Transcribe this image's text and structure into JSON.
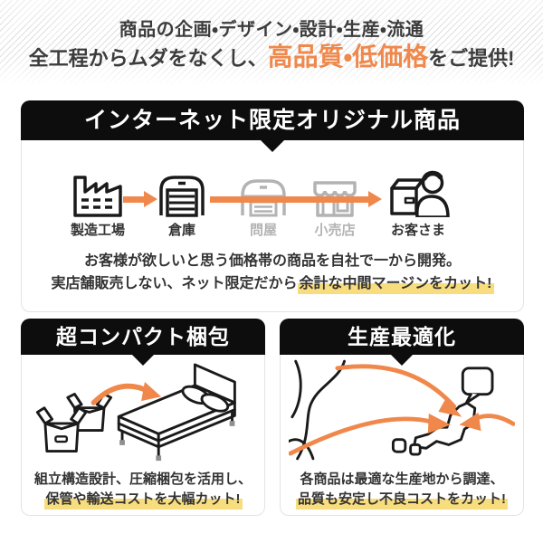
{
  "colors": {
    "accent_orange": "#F0884B",
    "highlight_yellow": "#F8DD7E",
    "header_black": "#0D0D0D",
    "text_dark": "#333333",
    "inactive_gray": "#B3B3B3",
    "stripe_gray": "#D9D9D9",
    "panel_border": "#E3E3E3"
  },
  "hero": {
    "line1": "商品の企画・デザイン・設計・生産・流通",
    "line2_prefix": "全工程からムダをなくし、",
    "line2_accent": "高品質・低価格",
    "line2_suffix": "をご提供!"
  },
  "internet_box": {
    "title": "インターネット限定オリジナル商品",
    "flow": {
      "steps": [
        {
          "label": "製造工場",
          "icon": "factory-icon",
          "state": "active"
        },
        {
          "label": "倉庫",
          "icon": "warehouse-icon",
          "state": "active"
        },
        {
          "label": "問屋",
          "icon": "wholesaler-icon",
          "state": "bypassed"
        },
        {
          "label": "小売店",
          "icon": "retail-store-icon",
          "state": "bypassed"
        },
        {
          "label": "お客さま",
          "icon": "customer-icon",
          "state": "active"
        }
      ]
    },
    "desc_line1": "お客様が欲しいと思う価格帯の商品を自社で一から開発。",
    "desc_line2_prefix": "実店舗販売しない、ネット限定だから",
    "desc_line2_highlight": "余計な中間マージンをカット!"
  },
  "packing_box": {
    "title": "超コンパクト梱包",
    "desc_line1": "組立構造設計、圧縮梱包を活用し、",
    "desc_line2_highlight": "保管や輸送コストを大幅カット!"
  },
  "production_box": {
    "title": "生産最適化",
    "desc_line1": "各商品は最適な生産地から調達、",
    "desc_line2_highlight": "品質も安定し不良コストをカット!"
  }
}
